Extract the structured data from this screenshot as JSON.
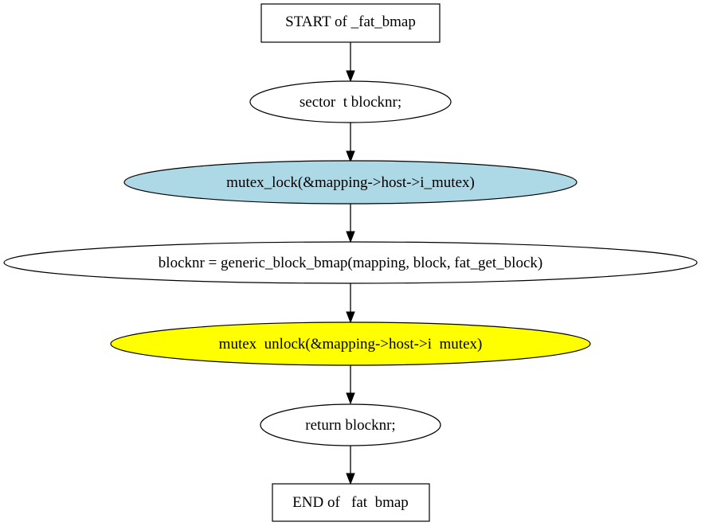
{
  "diagram": {
    "nodes": [
      {
        "id": "start",
        "label": "START of _fat_bmap",
        "shape": "box",
        "fill": "#ffffff"
      },
      {
        "id": "decl",
        "label": "sector  t blocknr;",
        "shape": "ellipse",
        "fill": "#ffffff"
      },
      {
        "id": "lock",
        "label": "mutex_lock(&mapping->host->i_mutex)",
        "shape": "ellipse",
        "fill": "#add8e6"
      },
      {
        "id": "bmap",
        "label": "blocknr = generic_block_bmap(mapping, block, fat_get_block)",
        "shape": "ellipse",
        "fill": "#ffffff"
      },
      {
        "id": "unlock",
        "label": "mutex  unlock(&mapping->host->i  mutex)",
        "shape": "ellipse",
        "fill": "#ffff00"
      },
      {
        "id": "ret",
        "label": "return blocknr;",
        "shape": "ellipse",
        "fill": "#ffffff"
      },
      {
        "id": "end",
        "label": "END of   fat  bmap",
        "shape": "box",
        "fill": "#ffffff"
      }
    ],
    "edges": [
      {
        "from": "start",
        "to": "decl"
      },
      {
        "from": "decl",
        "to": "lock"
      },
      {
        "from": "lock",
        "to": "bmap"
      },
      {
        "from": "bmap",
        "to": "unlock"
      },
      {
        "from": "unlock",
        "to": "ret"
      },
      {
        "from": "ret",
        "to": "end"
      }
    ]
  }
}
